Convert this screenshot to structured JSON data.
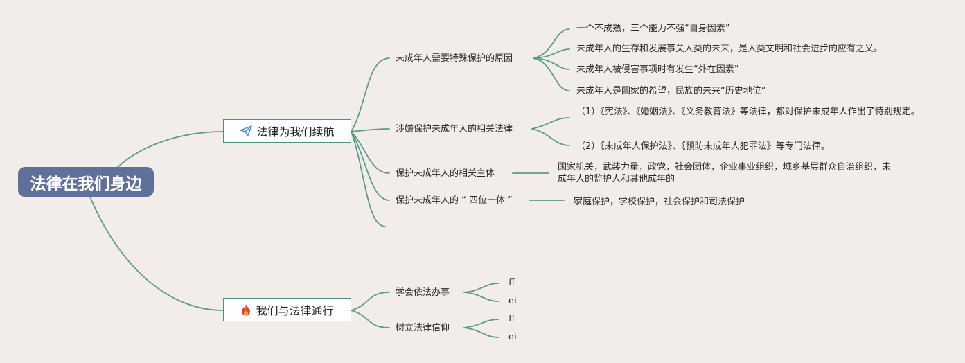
{
  "root": {
    "label": "法律在我们身边"
  },
  "branches": [
    {
      "label": "法律为我们续航",
      "icon": "paper-plane-icon",
      "children": [
        {
          "label": "未成年人需要特殊保护的原因",
          "children": [
            "一个不成熟，三个能力不强“自身因素”",
            "未成年人的生存和发展事关人类的未来，是人类文明和社会进步的应有之义。",
            "未成年人被侵害事项时有发生“外在因素”",
            "未成年人是国家的希望，民族的未来“历史地位”"
          ]
        },
        {
          "label": "涉嫌保护未成年人的相关法律",
          "children": [
            "（1）《宪法》、《婚姻法》、《义务教育法》等法律，都对保护未成年人作出了特别规定。",
            "（2）《未成年人保护法》、《预防未成年人犯罪法》等专门法律。"
          ]
        },
        {
          "label": "保护未成年人的相关主体",
          "children": [
            "国家机关，武装力量，政党，社会团体，企业事业组织，城乡基层群众自治组织，未成年人的监护人和其他成年的"
          ]
        },
        {
          "label": "保护未成年人的 “ 四位一体 ”",
          "children": [
            "家庭保护，学校保护，社会保护和司法保护"
          ]
        }
      ]
    },
    {
      "label": "我们与法律通行",
      "icon": "fire-icon",
      "children": [
        {
          "label": "学会依法办事",
          "children": [
            "ff",
            "ei"
          ]
        },
        {
          "label": "树立法律信仰",
          "children": [
            "ff",
            "ei"
          ]
        }
      ]
    }
  ],
  "colors": {
    "line": "#5a9a8b",
    "root_bg": "#5f7199",
    "background": "#f2ede8",
    "fire": "#e8412c",
    "plane": "#3a8fd0"
  }
}
